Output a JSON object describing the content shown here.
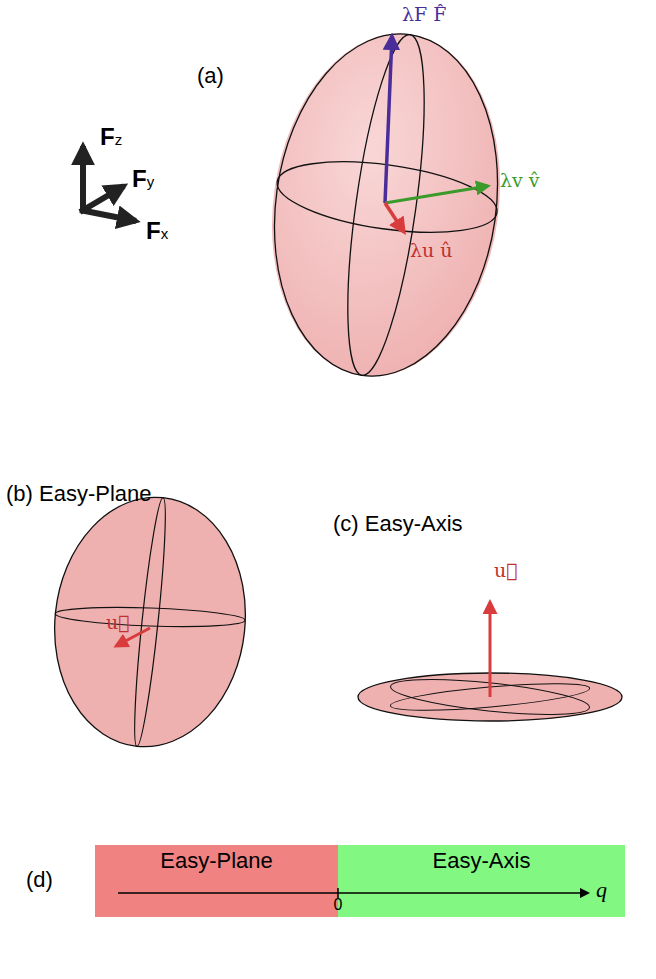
{
  "diagram": {
    "nodes": [
      {
        "text": [
          "Easy-Plane"
        ]
      },
      {
        "text": [
          "Easy-Axis"
        ]
      }
    ],
    "labels": [
      "(a)",
      "Fz",
      "Fy",
      "Fx",
      "λF F̂",
      "λv v̂",
      "λu û",
      "(b) Easy-Plane",
      "u⃗",
      "(c) Easy-Axis",
      "u⃗",
      "(d)",
      "q",
      "0"
    ]
  }
}
